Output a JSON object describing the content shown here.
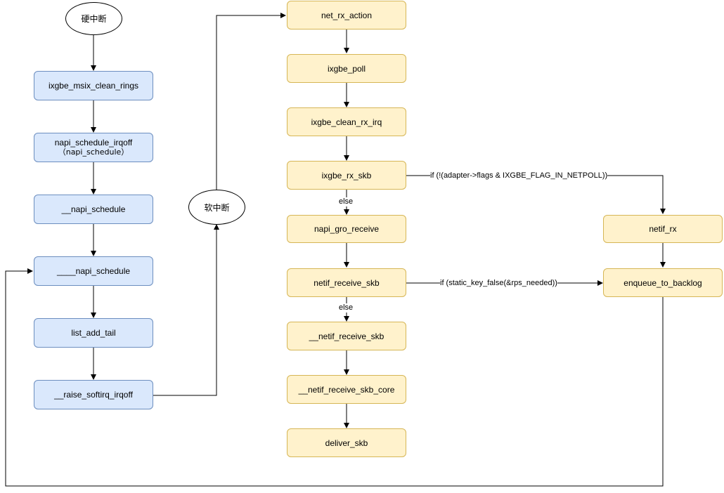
{
  "nodes": {
    "hard_irq": "硬中断",
    "soft_irq": "软中断",
    "ixgbe_msix_clean_rings": "ixgbe_msix_clean_rings",
    "napi_schedule_irqoff": "napi_schedule_irqoff",
    "napi_schedule_paren": "（napi_schedule）",
    "__napi_schedule": "__napi_schedule",
    "____napi_schedule": "____napi_schedule",
    "list_add_tail": "list_add_tail",
    "__raise_softirq_irqoff": "__raise_softirq_irqoff",
    "net_rx_action": "net_rx_action",
    "ixgbe_poll": "ixgbe_poll",
    "ixgbe_clean_rx_irq": "ixgbe_clean_rx_irq",
    "ixgbe_rx_skb": "ixgbe_rx_skb",
    "napi_gro_receive": "napi_gro_receive",
    "netif_receive_skb": "netif_receive_skb",
    "__netif_receive_skb": "__netif_receive_skb",
    "__netif_receive_skb_core": "__netif_receive_skb_core",
    "deliver_skb": "deliver_skb",
    "netif_rx": "netif_rx",
    "enqueue_to_backlog": "enqueue_to_backlog"
  },
  "edge_labels": {
    "else_1": "else",
    "else_2": "else",
    "netpoll_cond": "if (!(adapter->flags & IXGBE_FLAG_IN_NETPOLL))",
    "rps_cond": "if (static_key_false(&rps_needed))"
  },
  "colors": {
    "blue_fill": "#dae8fc",
    "blue_stroke": "#6c8ebf",
    "yellow_fill": "#fff2cc",
    "yellow_stroke": "#d6b656"
  }
}
